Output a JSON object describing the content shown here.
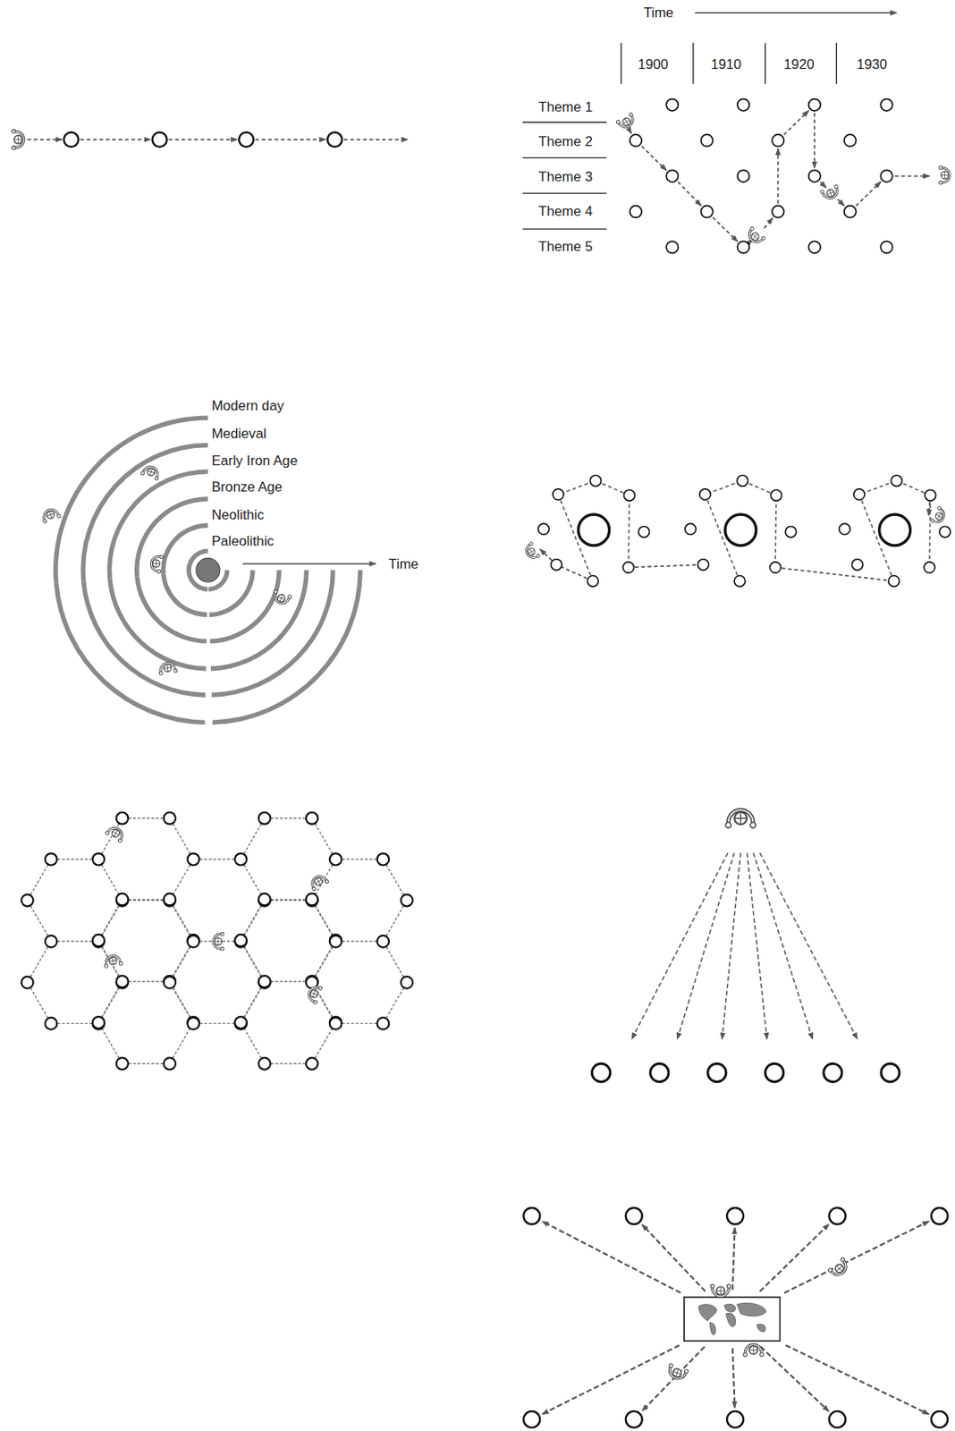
{
  "diagram": {
    "labels": [
      "Time",
      "1900",
      "1910",
      "1920",
      "1930",
      "Theme 1",
      "Theme 2",
      "Theme 3",
      "Theme 4",
      "Theme 5",
      "Modern day",
      "Medieval",
      "Early Iron Age",
      "Bronze Age",
      "Neolithic",
      "Paleolithic",
      "Time"
    ]
  }
}
